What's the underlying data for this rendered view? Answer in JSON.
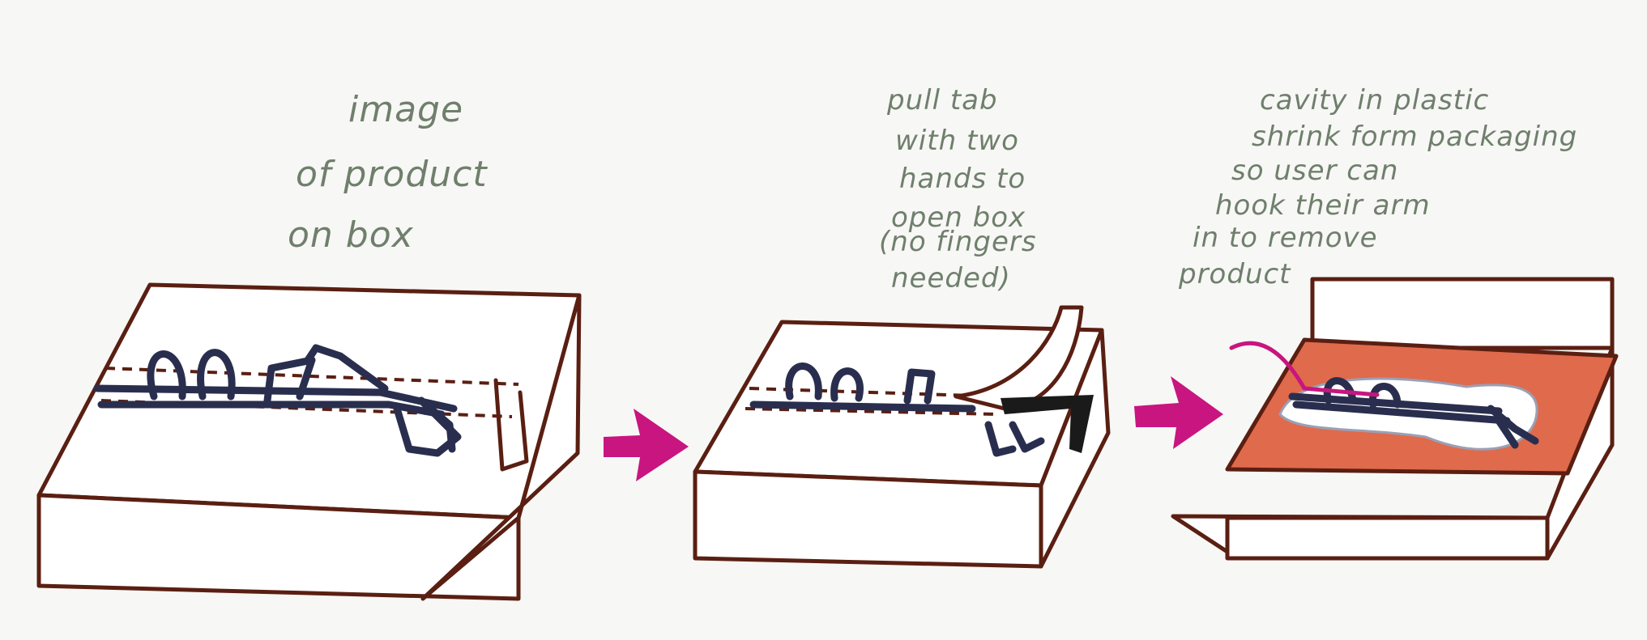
{
  "annotations": {
    "panel1_note": [
      "image",
      "of product",
      "on box"
    ],
    "panel2_note": [
      "pull tab",
      "with two",
      "hands to",
      "open box",
      "(no fingers",
      "needed)"
    ],
    "panel3_note": [
      "cavity in plastic",
      "shrink form packaging",
      "so user can",
      "hook their arm",
      "in to remove",
      "product"
    ]
  },
  "colors": {
    "box_outline": "#5a1f12",
    "product": "#2a2e4e",
    "arrow": "#c8157f",
    "tray": "#e06a4c",
    "handwriting": "#6f7f6c"
  },
  "icons": [
    "arrow-right-icon",
    "arrow-right-icon"
  ]
}
